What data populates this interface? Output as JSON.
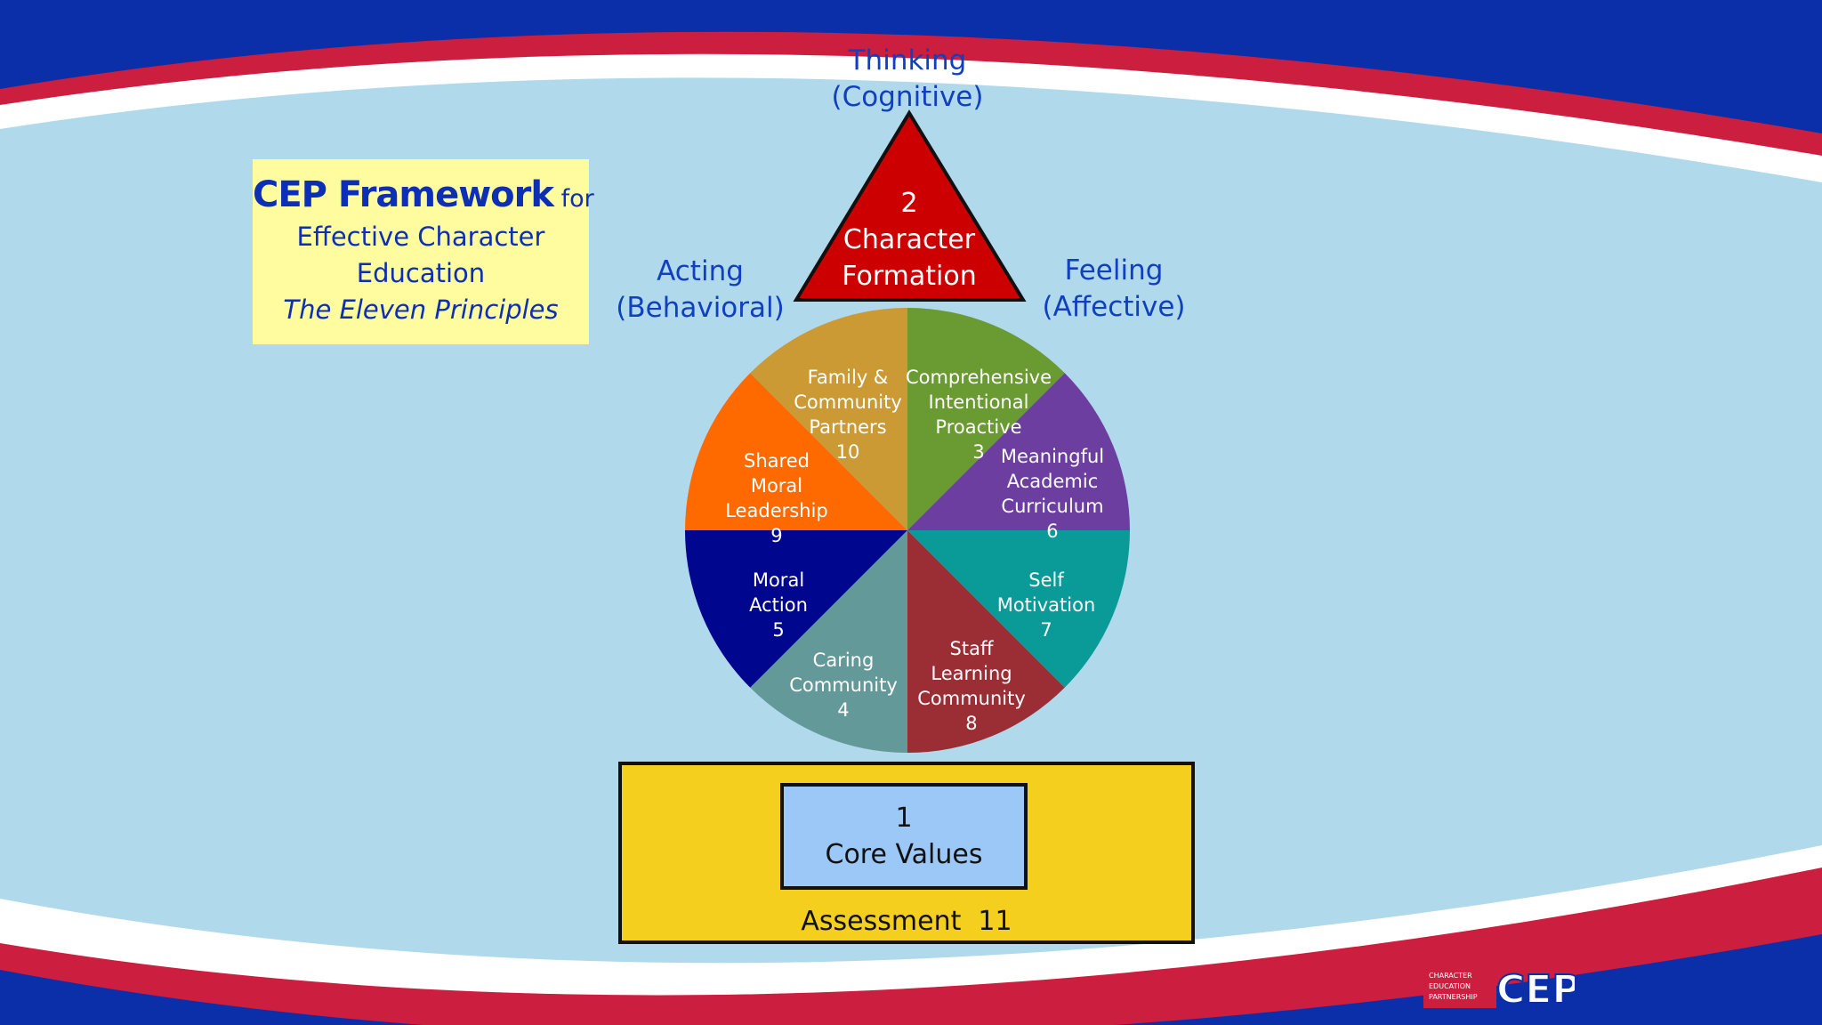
{
  "title": {
    "line1_main": "CEP Framework",
    "line1_suffix": "for",
    "line2": "Effective Character",
    "line3": "Education",
    "line4": "The Eleven Principles"
  },
  "axes": {
    "top_line1": "Thinking",
    "top_line2": "(Cognitive)",
    "left_line1": "Acting",
    "left_line2": "(Behavioral)",
    "right_line1": "Feeling",
    "right_line2": "(Affective)"
  },
  "triangle": {
    "number": "2",
    "line1": "Character",
    "line2": "Formation",
    "color": "#cc0000"
  },
  "segments": [
    {
      "lines": [
        "Comprehensive",
        "Intentional",
        "Proactive",
        "3"
      ],
      "color": "#6a9a32"
    },
    {
      "lines": [
        "Meaningful",
        "Academic",
        "Curriculum",
        "6"
      ],
      "color": "#6b3ea0"
    },
    {
      "lines": [
        "Self",
        "Motivation",
        "7"
      ],
      "color": "#0a9a98"
    },
    {
      "lines": [
        "Staff",
        "Learning",
        "Community",
        "8"
      ],
      "color": "#9a2e34"
    },
    {
      "lines": [
        "Caring",
        "Community",
        "4"
      ],
      "color": "#64999a"
    },
    {
      "lines": [
        "Moral",
        "Action",
        "5"
      ],
      "color": "#00078e"
    },
    {
      "lines": [
        "Shared",
        "Moral",
        "Leadership",
        "9"
      ],
      "color": "#ff6a00"
    },
    {
      "lines": [
        "Family &",
        "Community",
        "Partners",
        "10"
      ],
      "color": "#cc9a35"
    }
  ],
  "core": {
    "number": "1",
    "label": "Core Values"
  },
  "assessment": "Assessment  11",
  "logo": {
    "text": "CEP",
    "small_lines": [
      "CHARACTER",
      "EDUCATION",
      "PARTNERSHIP"
    ]
  },
  "colors": {
    "background_blue": "#0a2fa8",
    "stage_light_blue": "#b1d9ec",
    "stripe_red": "#cc1e3e",
    "title_box": "#fffca0",
    "base_yellow": "#f5cf1e",
    "core_blue": "#9cc8f7"
  }
}
